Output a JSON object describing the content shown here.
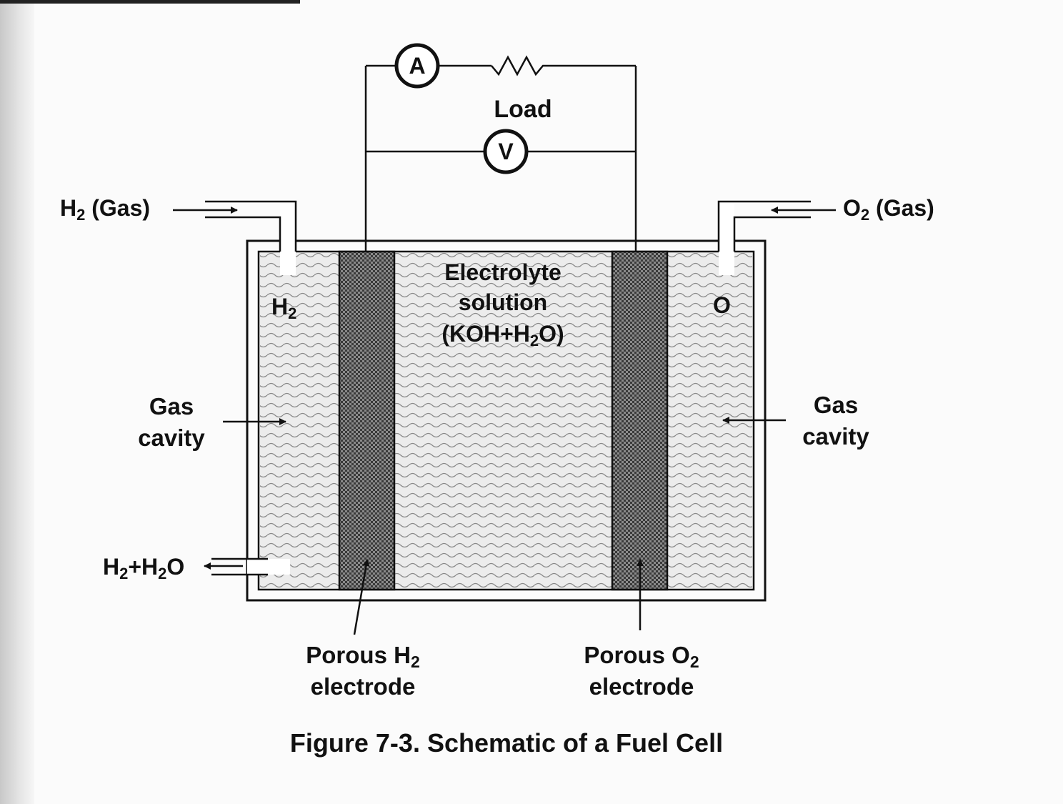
{
  "meter_a": "A",
  "meter_v": "V",
  "load_label": "Load",
  "h2_gas_label": {
    "main": "H",
    "sub": "2",
    "rest": " (Gas)"
  },
  "o2_gas_label": {
    "main": "O",
    "sub": "2",
    "rest": " (Gas)"
  },
  "h2_cavity_label": {
    "main": "H",
    "sub": "2"
  },
  "o_cavity_label": "O",
  "electrolyte_line1": "Electrolyte",
  "electrolyte_line2": "solution",
  "electrolyte_line3": {
    "pre": "(KOH+H",
    "sub": "2",
    "post": "O)"
  },
  "gas_cavity_left": {
    "line1": "Gas",
    "line2": "cavity"
  },
  "gas_cavity_right": {
    "line1": "Gas",
    "line2": "cavity"
  },
  "outlet_label": {
    "a": "H",
    "sub1": "2",
    "b": "+H",
    "sub2": "2",
    "c": "O"
  },
  "porous_h2": {
    "line1_pre": "Porous H",
    "line1_sub": "2",
    "line2": "electrode"
  },
  "porous_o2": {
    "line1_pre": "Porous O",
    "line1_sub": "2",
    "line2": "electrode"
  },
  "caption": "Figure 7-3. Schematic of a Fuel Cell",
  "colors": {
    "ink": "#111111",
    "electrode": "#6a6a6a",
    "fluid": "#e9e9e9"
  }
}
